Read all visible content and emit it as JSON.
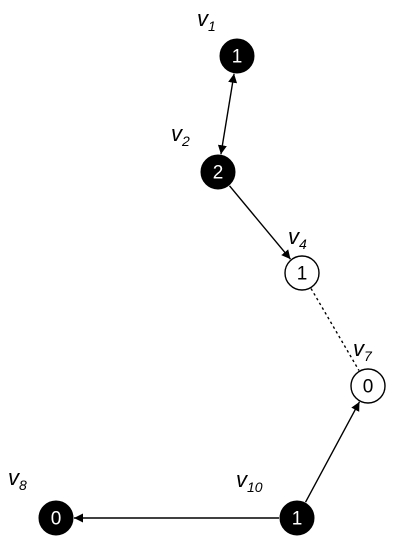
{
  "colors": {
    "filled": "#000000",
    "hollow": "#ffffff",
    "filled_text": "#ffffff",
    "hollow_text": "#000000",
    "edge": "#000000"
  },
  "nodes": [
    {
      "id": "v1",
      "name": "v",
      "subscript": "1",
      "value": "1",
      "style": "filled"
    },
    {
      "id": "v2",
      "name": "v",
      "subscript": "2",
      "value": "2",
      "style": "filled"
    },
    {
      "id": "v4",
      "name": "v",
      "subscript": "4",
      "value": "1",
      "style": "hollow"
    },
    {
      "id": "v7",
      "name": "v",
      "subscript": "7",
      "value": "0",
      "style": "hollow"
    },
    {
      "id": "v10",
      "name": "v",
      "subscript": "10",
      "value": "1",
      "style": "filled"
    },
    {
      "id": "v8",
      "name": "v",
      "subscript": "8",
      "value": "0",
      "style": "filled"
    }
  ],
  "edges": [
    {
      "from": "v1",
      "to": "v2",
      "type": "bidirectional"
    },
    {
      "from": "v2",
      "to": "v4",
      "type": "directed"
    },
    {
      "from": "v4",
      "to": "v7",
      "type": "dotted"
    },
    {
      "from": "v10",
      "to": "v7",
      "type": "directed"
    },
    {
      "from": "v10",
      "to": "v8",
      "type": "directed"
    }
  ]
}
